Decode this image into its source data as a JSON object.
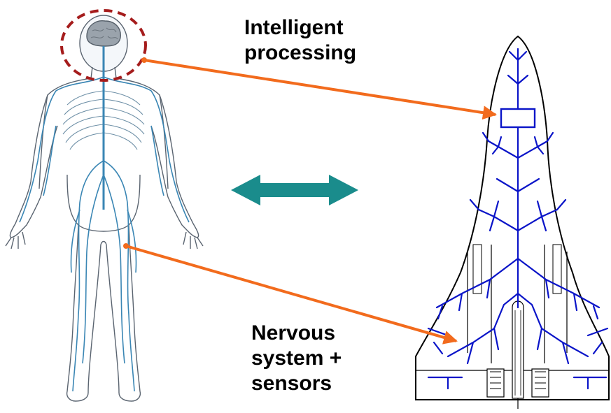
{
  "labels": {
    "intelligent_processing": {
      "line1": "Intelligent",
      "line2": "processing"
    },
    "nervous_system": {
      "line1": "Nervous",
      "line2": "system +",
      "line3": "sensors"
    }
  },
  "colors": {
    "connector_arrow": "#f26b1d",
    "bidirectional_arrow": "#1a8c8c",
    "brain_highlight": "#a51c1c",
    "human_nerves": "#3a86b4",
    "human_outline": "#5a6470",
    "aircraft_outline": "#000000",
    "aircraft_network": "#0a14c8"
  },
  "icons": {
    "human_figure": "human-nervous-system-icon",
    "aircraft": "aircraft-sensor-network-icon",
    "double_arrow": "double-headed-arrow-icon"
  }
}
